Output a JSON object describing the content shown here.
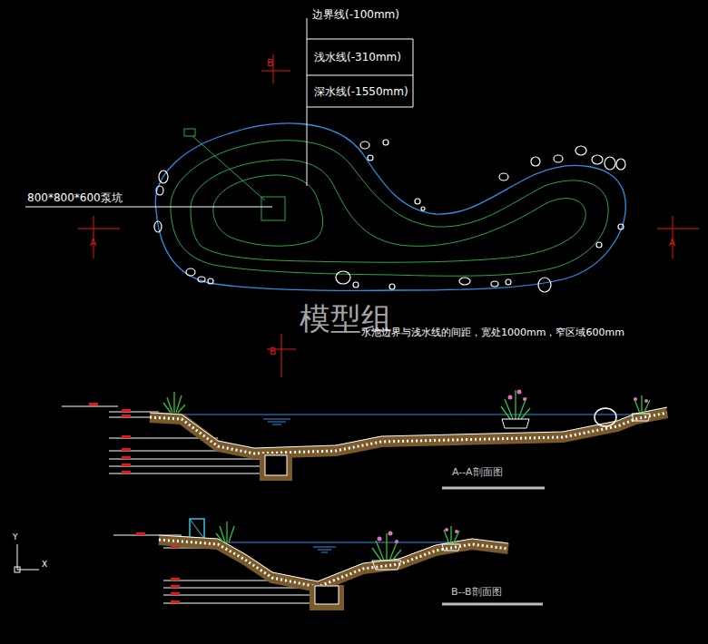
{
  "diagram": {
    "labels": [
      "边界线(-100mm)",
      "浅水线(-310mm)",
      "深水线(-1550mm)",
      "B",
      "800*800*600泵坑",
      "A",
      "A",
      "模型组",
      "水池边界与浅水线的间距，宽处1000mm，窄区域600mm",
      "B",
      "A--A剖面图",
      "B--B剖面图",
      "Y",
      "X"
    ]
  }
}
